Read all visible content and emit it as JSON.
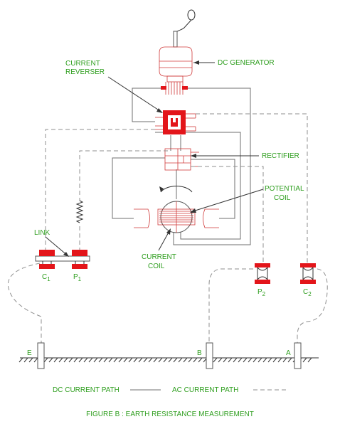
{
  "labels": {
    "dc_generator": "DC GENERATOR",
    "current_reverser_1": "CURRENT",
    "current_reverser_2": "REVERSER",
    "rectifier": "RECTIFIER",
    "potential_coil_1": "POTENTIAL",
    "potential_coil_2": "COIL",
    "current_coil_1": "CURRENT",
    "current_coil_2": "COIL",
    "link": "LINK",
    "c1_main": "C",
    "c1_sub": "1",
    "p1_main": "P",
    "p1_sub": "1",
    "p2_main": "P",
    "p2_sub": "2",
    "c2_main": "C",
    "c2_sub": "2",
    "electrode_e": "E",
    "electrode_b": "B",
    "electrode_a": "A"
  },
  "legend": {
    "dc_path": "DC CURRENT PATH",
    "ac_path": "AC CURRENT PATH"
  },
  "caption": "FIGURE B : EARTH RESISTANCE MEASUREMENT",
  "colors": {
    "label_green": "#2e9e1e",
    "terminal_red": "#e3151a",
    "component_pink": "#d03a3a",
    "wire_gray": "#6f6f6f"
  }
}
